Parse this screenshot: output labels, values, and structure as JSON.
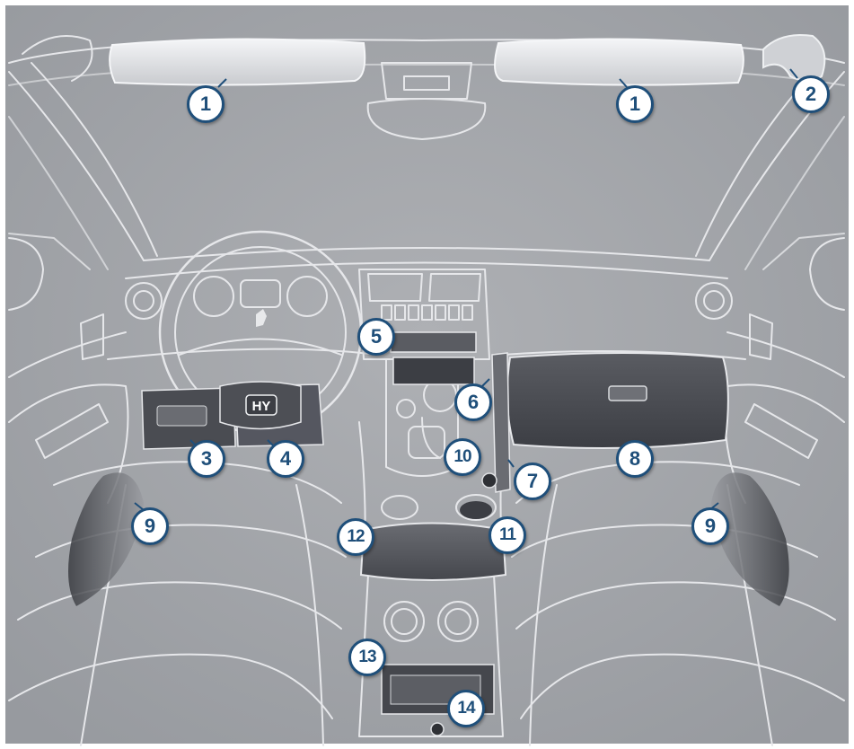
{
  "colors": {
    "background": "#a6a7ab",
    "line": "#e6e7ea",
    "panel_dark": "#4a4c52",
    "callout_border": "#1f4f7a",
    "callout_fill": "#ffffff",
    "callout_text": "#1f4f7a"
  },
  "steering_badge": {
    "text": "HY"
  },
  "callouts": [
    {
      "id": "c1a",
      "label": "1"
    },
    {
      "id": "c1b",
      "label": "1"
    },
    {
      "id": "c2",
      "label": "2"
    },
    {
      "id": "c3",
      "label": "3"
    },
    {
      "id": "c4",
      "label": "4"
    },
    {
      "id": "c5",
      "label": "5"
    },
    {
      "id": "c6",
      "label": "6"
    },
    {
      "id": "c7",
      "label": "7"
    },
    {
      "id": "c8",
      "label": "8"
    },
    {
      "id": "c9a",
      "label": "9"
    },
    {
      "id": "c9b",
      "label": "9"
    },
    {
      "id": "c10",
      "label": "10"
    },
    {
      "id": "c11",
      "label": "11"
    },
    {
      "id": "c12",
      "label": "12"
    },
    {
      "id": "c13",
      "label": "13"
    },
    {
      "id": "c14",
      "label": "14"
    }
  ]
}
